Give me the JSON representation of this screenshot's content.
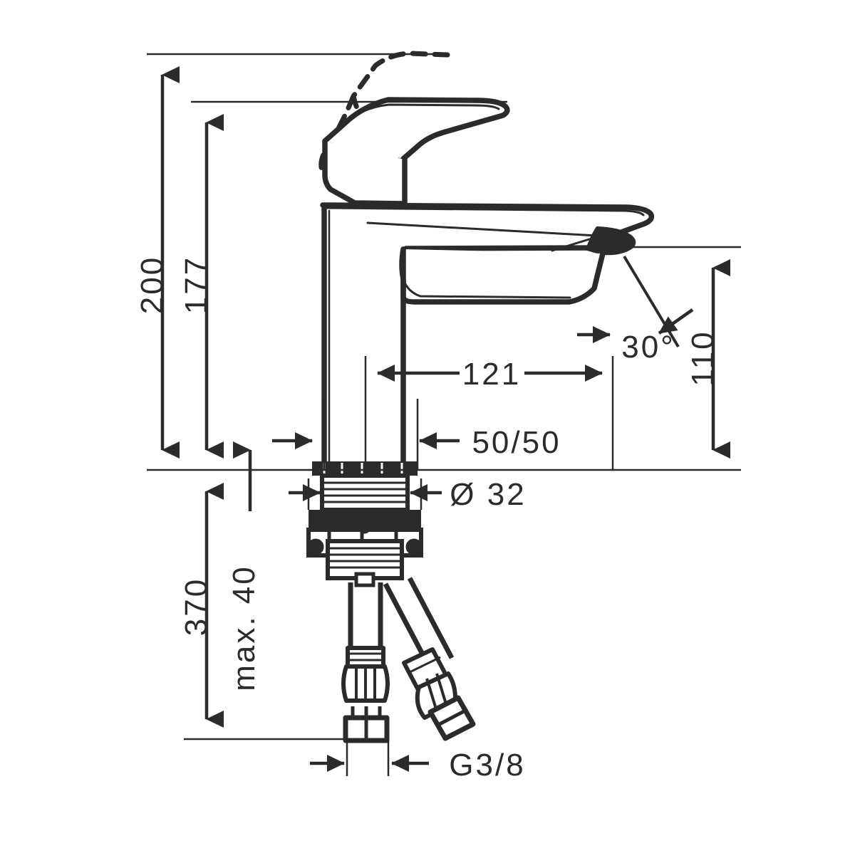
{
  "drawing": {
    "type": "technical-dimension-drawing",
    "subject": "single-lever basin mixer faucet",
    "line_color": "#2b2b2b",
    "background_color": "#ffffff",
    "units": "mm"
  },
  "dimensions": {
    "overall_height_open": "200",
    "height_to_lever_top": "177",
    "spout_height": "110",
    "spout_reach": "121",
    "spout_swivel_angle": "30°",
    "base_width": "50/50",
    "base_diameter": "Ø 32",
    "hose_length": "370",
    "max_counter_thickness": "max. 40",
    "connection_thread": "G3/8"
  },
  "labels": [
    {
      "id": "d200",
      "text": "200",
      "orientation": "vertical"
    },
    {
      "id": "d177",
      "text": "177",
      "orientation": "vertical"
    },
    {
      "id": "d110",
      "text": "110",
      "orientation": "vertical"
    },
    {
      "id": "d121",
      "text": "121",
      "orientation": "horizontal"
    },
    {
      "id": "d30deg",
      "text": "30°",
      "orientation": "horizontal"
    },
    {
      "id": "d5050",
      "text": "50/50",
      "orientation": "horizontal"
    },
    {
      "id": "d32",
      "text": "Ø 32",
      "orientation": "horizontal"
    },
    {
      "id": "d370",
      "text": "370",
      "orientation": "vertical"
    },
    {
      "id": "dmax40",
      "text": "max. 40",
      "orientation": "vertical"
    },
    {
      "id": "dg38",
      "text": "G3/8",
      "orientation": "horizontal"
    }
  ]
}
